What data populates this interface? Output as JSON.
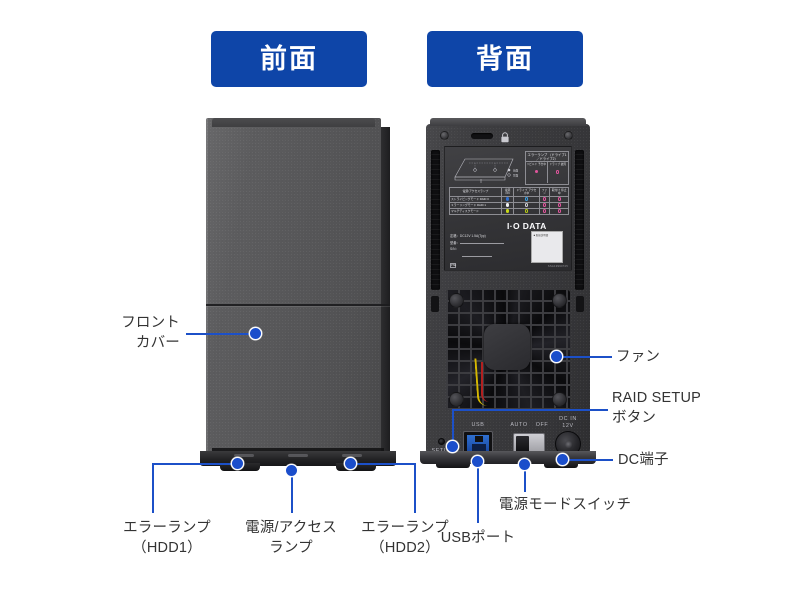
{
  "headings": {
    "front": "前面",
    "rear": "背面"
  },
  "callouts": {
    "front_cover": "フロント\nカバー",
    "error_lamp_hdd1": "エラーランプ\n（HDD1）",
    "power_access_lamp": "電源/アクセス\nランプ",
    "error_lamp_hdd2": "エラーランプ\n（HDD2）",
    "usb_port": "USBポート",
    "power_mode_switch": "電源モードスイッチ",
    "fan": "ファン",
    "raid_setup_button": "RAID SETUP\nボタン",
    "dc_terminal": "DC端子"
  },
  "rear_panel": {
    "setup_label": "SETUP",
    "usb_label": "USB",
    "switch_auto": "AUTO",
    "switch_off": "OFF",
    "dc_in": "DC IN",
    "dc_volt": "12V",
    "dc_polarity": "⊖‒⊙‒⊕"
  },
  "sticker": {
    "brand": "I·O DATA",
    "error_lamp_title": "エラーランプ\n（ドライブ1／ドライブ2）",
    "error_cols": [
      "リビルド\n予告中",
      "ドライブ\n故障"
    ],
    "table_header": [
      "電源/アクセスランプ",
      "電源ON",
      "ドライブ\nアクセス中",
      "ファン",
      "取付け\n停止中"
    ],
    "rows": [
      {
        "mode": "ストライピングモード  RAID 0",
        "power_color": "#2f6fd0",
        "access_color": "#3b9fe0",
        "fan_color": "#e0559c",
        "stop_color": "#e0559c"
      },
      {
        "mode": "ミラーリングモード     RAID 1",
        "power_color": "#f2f2f4",
        "access_color": "#cfcfd4",
        "fan_color": "#e0559c",
        "stop_color": "#e0559c"
      },
      {
        "mode": "マルチディスクモード",
        "power_color": "#c8d818",
        "access_color": "#b4c815",
        "fan_color": "#e0559c",
        "stop_color": "#e0559c"
      }
    ],
    "err_dot1_color": "#e0559c",
    "err_dot2_color": "#e0559c",
    "spec_rating": "定格：DC12V 1.5A(Typ)",
    "spec_model": "型番：",
    "spec_sn": "S/N：",
    "white_label_note": "■ 取扱説明書",
    "code": "SSA19990725",
    "pse": "PSE"
  },
  "colors": {
    "badge_blue": "#0e45a8",
    "leader_blue": "#1c50c8",
    "dot_blue": "#1b4ecb",
    "label_text": "#333333",
    "background": "#ffffff"
  }
}
